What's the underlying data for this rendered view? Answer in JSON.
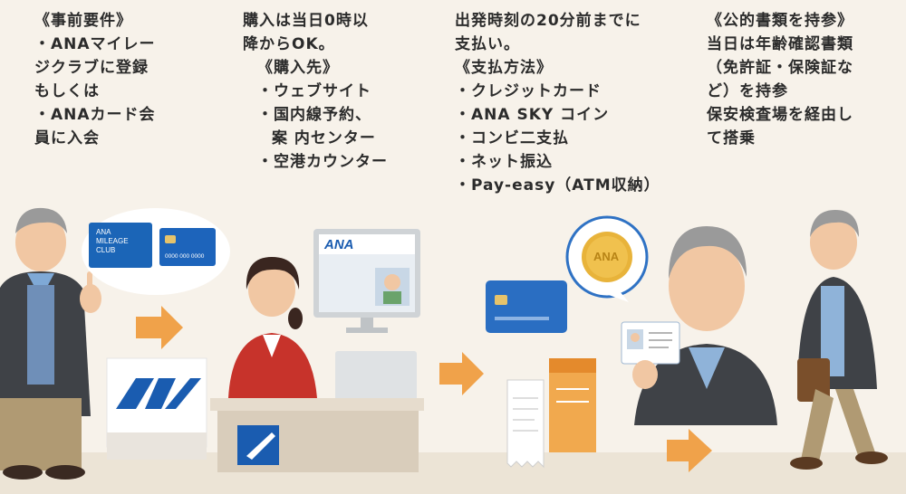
{
  "col1": {
    "heading": "《事前要件》",
    "lines": [
      "・ANAマイレー",
      "ジクラブに登録",
      "もしくは",
      "・ANAカード会",
      "員に入会"
    ]
  },
  "col2": {
    "lines": [
      "購入は当日0時以",
      "降からOK。"
    ],
    "heading": "《購入先》",
    "items": [
      "・ウェブサイト",
      "・国内線予約、",
      "案 内センター",
      "・空港カウンター"
    ]
  },
  "col3": {
    "lines": [
      "出発時刻の20分前までに",
      "支払い。"
    ],
    "heading": "《支払方法》",
    "items": [
      "・クレジットカード",
      "・ANA SKY コイン",
      "・コンビ二支払",
      "・ネット振込",
      "・Pay-easy（ATM収納）"
    ]
  },
  "col4": {
    "heading": "《公的書類を持参》",
    "lines": [
      "当日は年齢確認書類",
      "（免許証・保険証な",
      "ど）を持参",
      "保安検査場を経由し",
      "て搭乗"
    ]
  },
  "illustration": {
    "club_card_lines": [
      "ANA",
      "MILEAGE",
      "CLUB"
    ],
    "card_number": "0000 000 0000",
    "monitor_logo": "ANA",
    "coin_label": "ANA",
    "brand_color": "#1a5cb0",
    "arrow_color": "#f0a24a"
  }
}
